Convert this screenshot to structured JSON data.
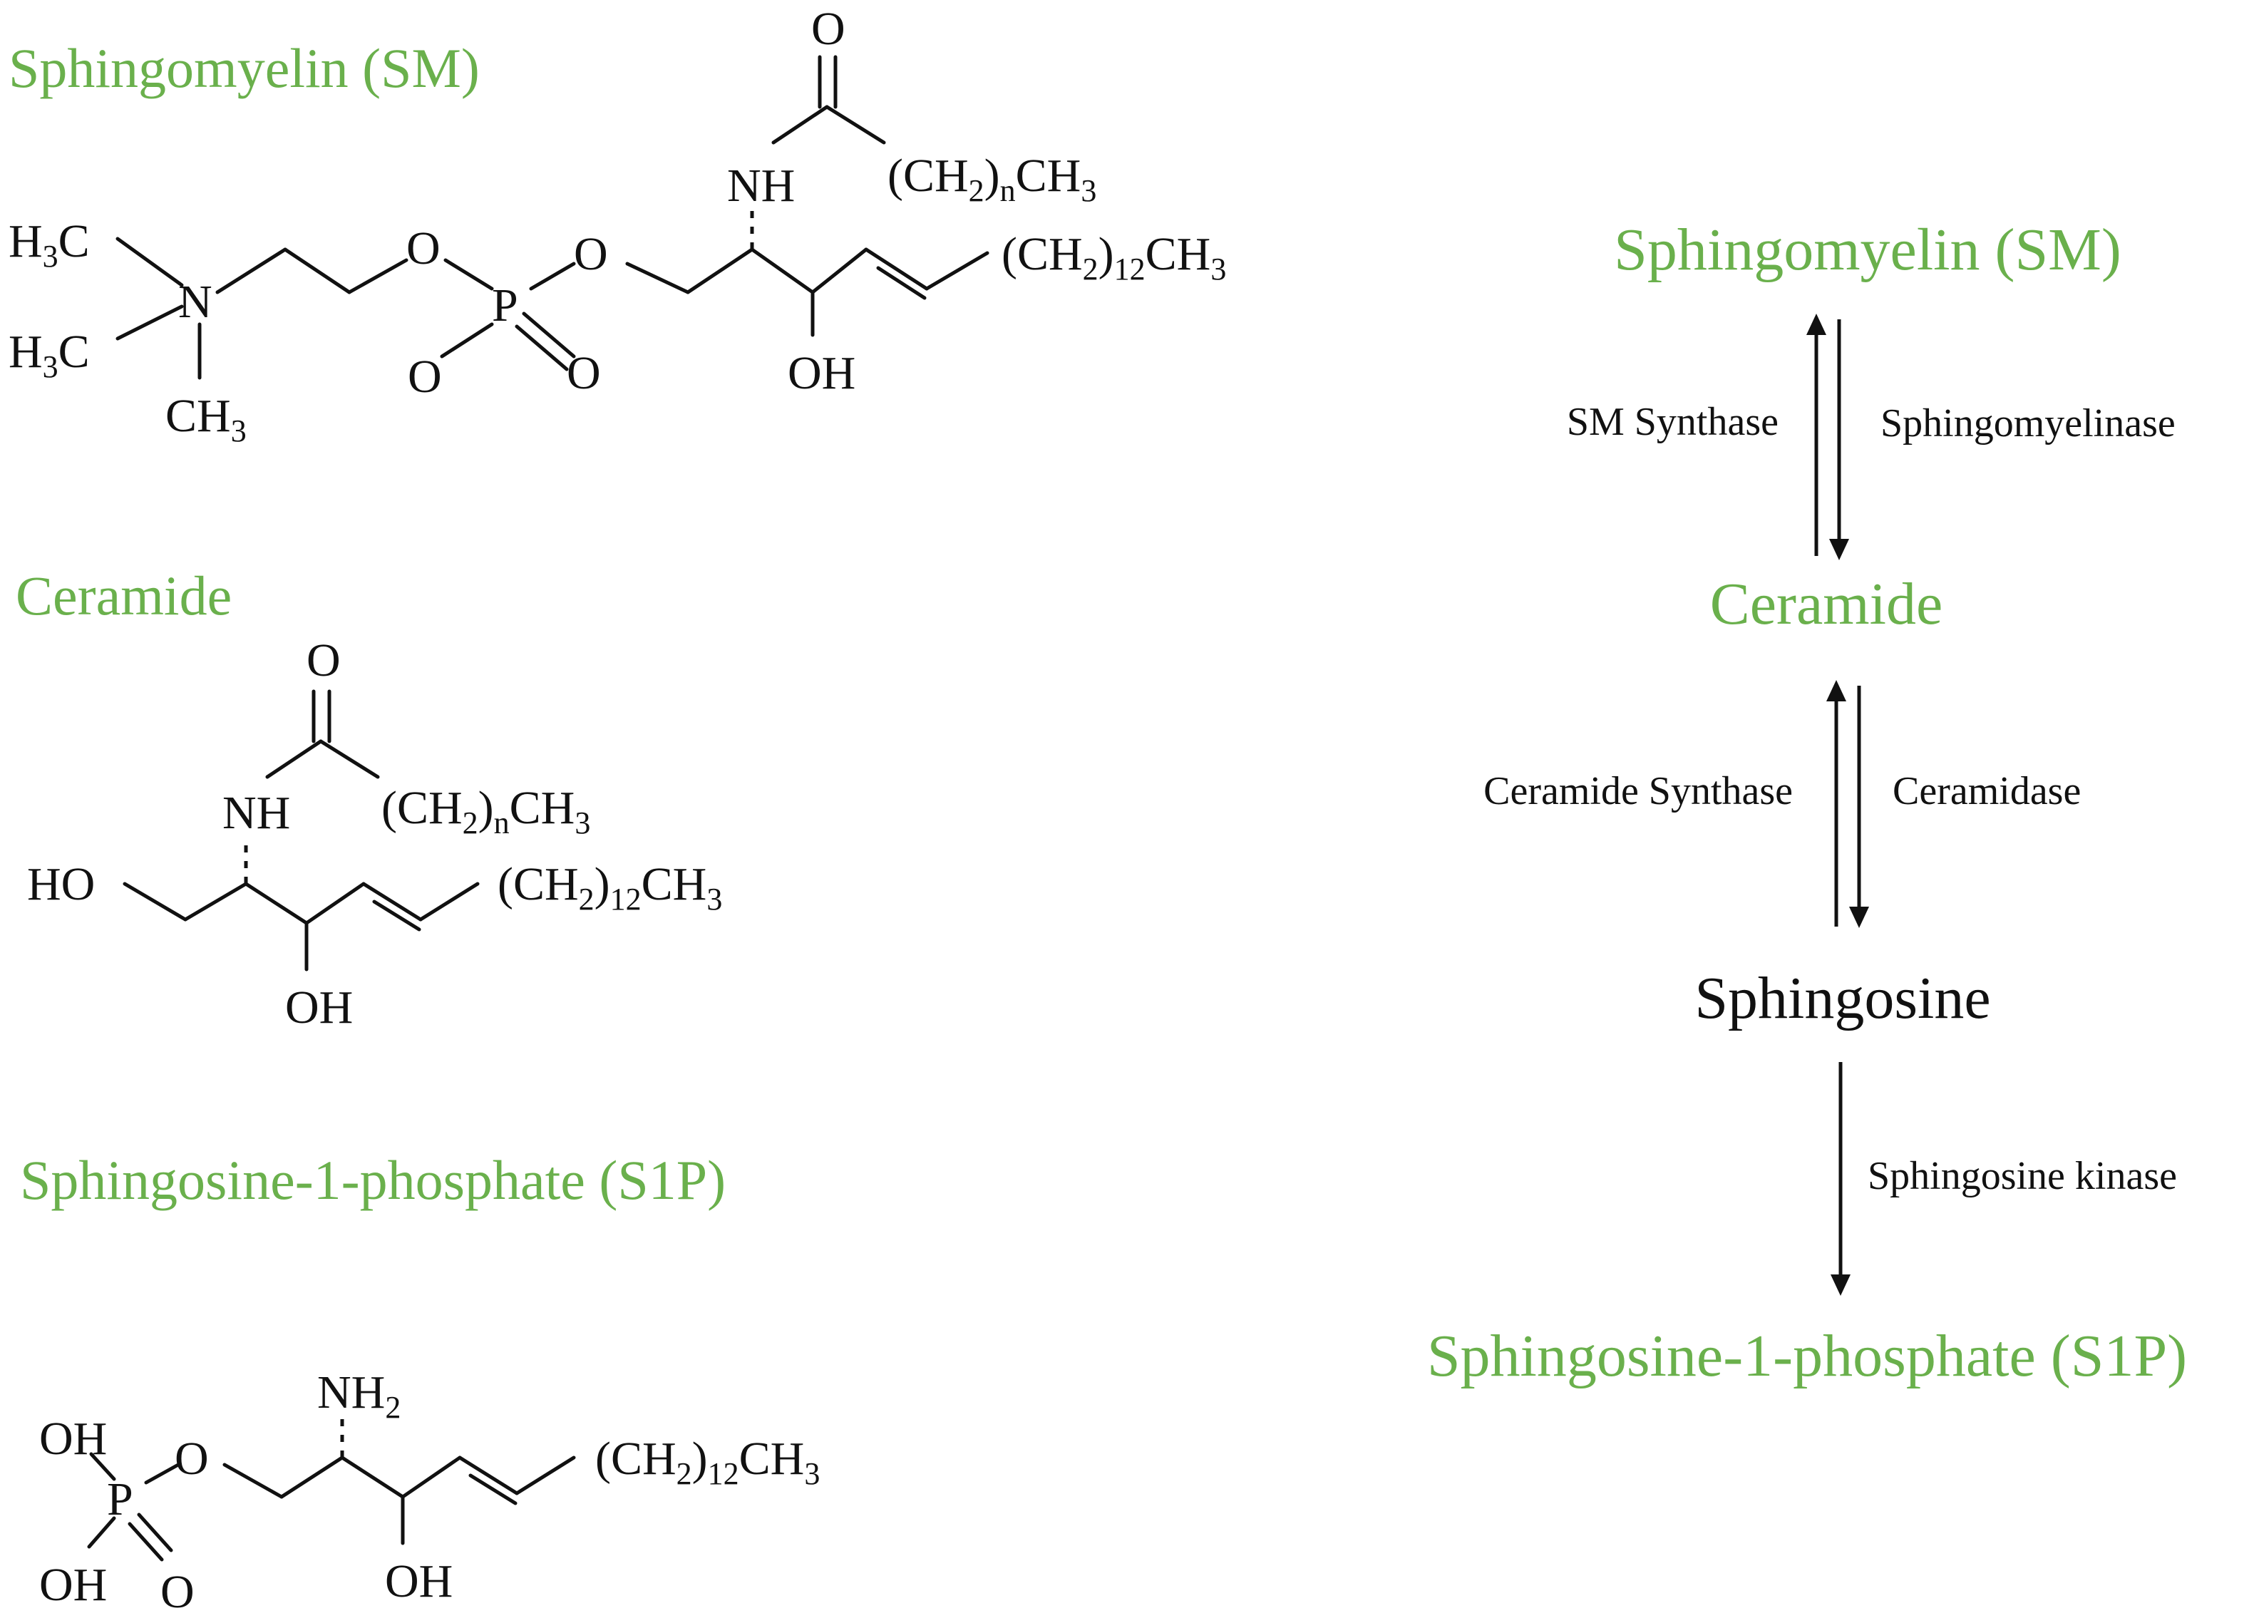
{
  "structures": {
    "sm": {
      "title": "Sphingomyelin (SM)",
      "atoms": {
        "h3c_top": "H",
        "h3c_top_sub": "3",
        "h3c_top_c": "C",
        "n": "N",
        "h3c_bot": "H",
        "h3c_bot_sub": "3",
        "h3c_bot_c": "C",
        "ch3_bot": "CH",
        "ch3_bot_sub": "3",
        "o1": "O",
        "p": "P",
        "o_minus": "O",
        "o_double": "O",
        "o2": "O",
        "nh": "NH",
        "o_carbonyl": "O",
        "acyl_a": "(CH",
        "acyl_sub2": "2",
        "acyl_b": ")",
        "acyl_n": "n",
        "acyl_c": "CH",
        "acyl_sub3": "3",
        "tail_a": "(CH",
        "tail_sub2": "2",
        "tail_b": ")",
        "tail_12": "12",
        "tail_c": "CH",
        "tail_sub3": "3",
        "oh": "OH"
      }
    },
    "ceramide": {
      "title": "Ceramide",
      "atoms": {
        "o_carbonyl": "O",
        "nh": "NH",
        "acyl_a": "(CH",
        "acyl_sub2": "2",
        "acyl_b": ")",
        "acyl_n": "n",
        "acyl_c": "CH",
        "acyl_sub3": "3",
        "ho": "HO",
        "tail_a": "(CH",
        "tail_sub2": "2",
        "tail_b": ")",
        "tail_12": "12",
        "tail_c": "CH",
        "tail_sub3": "3",
        "oh": "OH"
      }
    },
    "s1p": {
      "title": "Sphingosine-1-phosphate (S1P)",
      "atoms": {
        "nh2": "NH",
        "nh2_sub": "2",
        "oh_top": "OH",
        "o": "O",
        "p": "P",
        "oh_bot": "OH",
        "o_double": "O",
        "tail_a": "(CH",
        "tail_sub2": "2",
        "tail_b": ")",
        "tail_12": "12",
        "tail_c": "CH",
        "tail_sub3": "3",
        "oh": "OH"
      }
    }
  },
  "pathway": {
    "nodes": {
      "sm": "Sphingomyelin (SM)",
      "ceramide": "Ceramide",
      "sphingosine": "Sphingosine",
      "s1p": "Sphingosine-1-phosphate (S1P)"
    },
    "enzymes": {
      "sm_synthase": "SM Synthase",
      "sphingomyelinase": "Sphingomyelinase",
      "ceramide_synthase": "Ceramide Synthase",
      "ceramidase": "Ceramidase",
      "sphingosine_kinase": "Sphingosine kinase"
    }
  },
  "colors": {
    "green": "#6ab04c",
    "black": "#111111"
  }
}
